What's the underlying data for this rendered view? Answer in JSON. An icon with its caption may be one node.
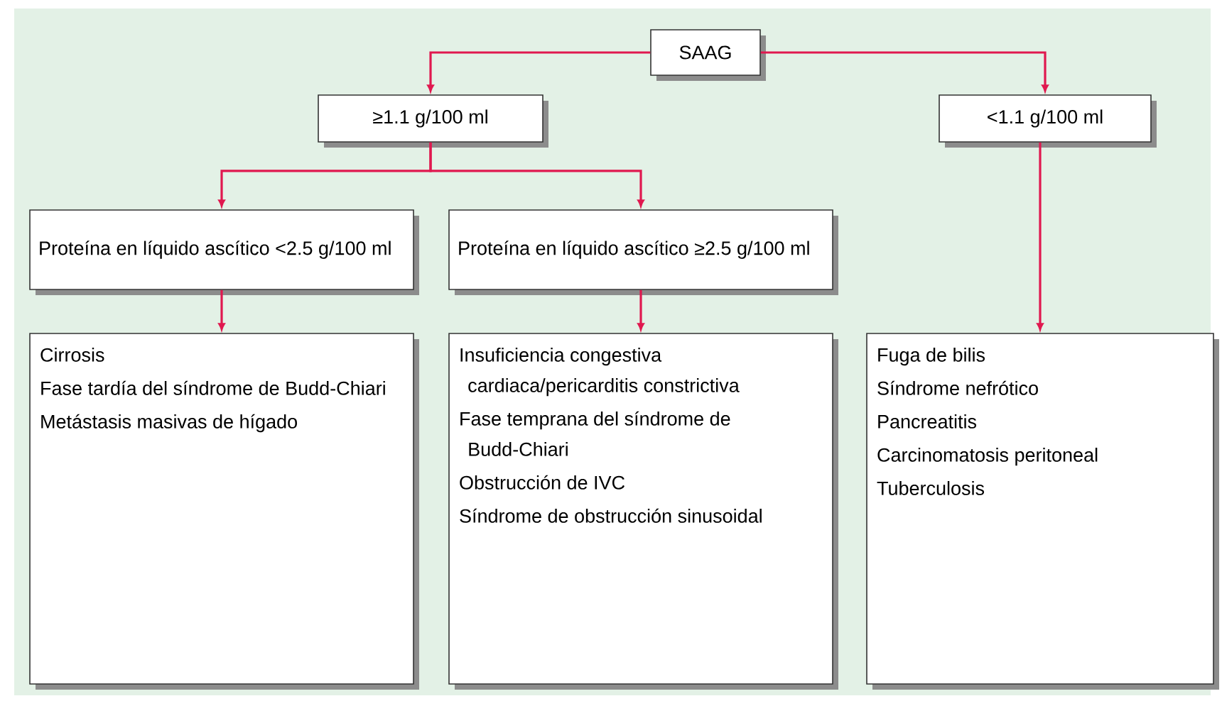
{
  "diagram": {
    "nodes": [
      {
        "text": [
          "SAAG"
        ]
      },
      {
        "text": [
          "≥1.1 g/100 ml"
        ]
      },
      {
        "text": [
          "<1.1 g/100 ml"
        ]
      },
      {
        "text": [
          "Proteína en líquido ascítico <2.5 g/100 ml"
        ]
      },
      {
        "text": [
          "Proteína en líquido ascítico ≥2.5 g/100 ml"
        ]
      },
      {
        "text": [
          "Cirrosis",
          "Fase tardía del síndrome de Budd-Chiari",
          "Metástasis masivas de hígado"
        ]
      },
      {
        "text": [
          "Insuficiencia congestiva cardiaca/pericarditis constrictiva",
          "Fase temprana del síndrome de Budd-Chiari",
          "Obstrucción de IVC",
          "Síndrome de obstrucción sinusoidal"
        ]
      },
      {
        "text": [
          "Fuga de bilis",
          "Síndrome nefrótico",
          "Pancreatitis",
          "Carcinomatosis peritoneal",
          "Tuberculosis"
        ]
      }
    ],
    "edges": [
      {
        "from": 0,
        "to": 1,
        "arrow": "to"
      },
      {
        "from": 0,
        "to": 2,
        "arrow": "to"
      },
      {
        "from": 1,
        "to": 3,
        "arrow": "to"
      },
      {
        "from": 1,
        "to": 4,
        "arrow": "to"
      },
      {
        "from": 3,
        "to": 5,
        "arrow": "to"
      },
      {
        "from": 4,
        "to": 6,
        "arrow": "to"
      },
      {
        "from": 2,
        "to": 7,
        "arrow": "to"
      }
    ]
  }
}
